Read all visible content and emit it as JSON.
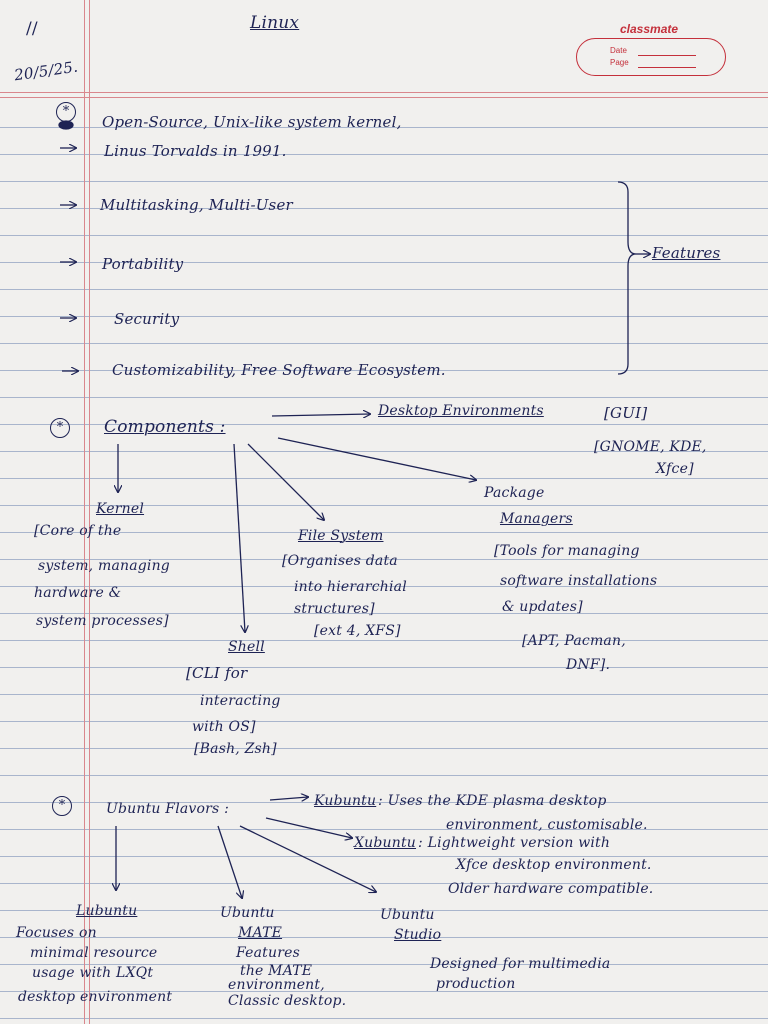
{
  "header": {
    "slashes": "//",
    "title": "Linux",
    "date": "20/5/25.",
    "logo": {
      "brand": "classmate",
      "date_label": "Date",
      "page_label": "Page"
    }
  },
  "intro": {
    "line1": "Open-Source, Unix-like system kernel,",
    "line2": "Linus Torvalds  in 1991."
  },
  "features": {
    "items": [
      "Multitasking, Multi-User",
      "Portability",
      "Security",
      "Customizability, Free Software Ecosystem."
    ],
    "label": "Features"
  },
  "components": {
    "heading": "Components :",
    "desktop_env": {
      "title": "Desktop Environments",
      "gui": "[GUI]",
      "examples_line1": "[GNOME, KDE,",
      "examples_line2": "Xfce]"
    },
    "kernel": {
      "title": "Kernel",
      "desc": [
        "[Core of the",
        "system, managing",
        "hardware &",
        "system processes]"
      ]
    },
    "file_system": {
      "title": "File System",
      "desc": [
        "[Organises data",
        "into hierarchial",
        "structures]"
      ],
      "examples": "[ext 4, XFS]"
    },
    "package_managers": {
      "title_line1": "Package",
      "title_line2": "Managers",
      "desc": [
        "[Tools for managing",
        "software installations",
        "& updates]"
      ],
      "examples_line1": "[APT, Pacman,",
      "examples_line2": "DNF]."
    },
    "shell": {
      "title": "Shell",
      "desc": [
        "[CLI for",
        "interacting",
        "with OS]"
      ],
      "examples": "[Bash, Zsh]"
    }
  },
  "flavors": {
    "heading": "Ubuntu Flavors :",
    "kubuntu": {
      "name": "Kubuntu",
      "desc_line1": ": Uses the KDE plasma desktop",
      "desc_line2": "environment, customisable."
    },
    "xubuntu": {
      "name": "Xubuntu",
      "desc_line1": ": Lightweight version with",
      "desc_line2": "Xfce desktop environment.",
      "desc_line3": "Older hardware compatible."
    },
    "lubuntu": {
      "name": "Lubuntu",
      "desc": [
        "Focuses on",
        "minimal resource",
        "usage with LXQt",
        "desktop environment"
      ]
    },
    "mate": {
      "name_line1": "Ubuntu",
      "name_line2": "MATE",
      "desc": [
        "Features",
        "the MATE",
        "environment,",
        "Classic desktop."
      ]
    },
    "studio": {
      "name_line1": "Ubuntu",
      "name_line2": "Studio",
      "desc_line1": "Designed for multimedia",
      "desc_line2": "production"
    }
  },
  "colors": {
    "ink": "#1e2354",
    "margin": "#d9868c",
    "ruling": "#a9b5cc",
    "brand": "#c4303b"
  }
}
